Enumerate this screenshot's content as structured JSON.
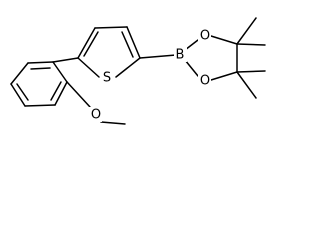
{
  "molecule": {
    "atoms": {
      "sulfur": "S",
      "boron": "B",
      "oxygen_top": "O",
      "oxygen_bottom": "O",
      "oxygen_methoxy": "O"
    }
  },
  "colors": {
    "bond": "#000000",
    "background": "#ffffff"
  }
}
